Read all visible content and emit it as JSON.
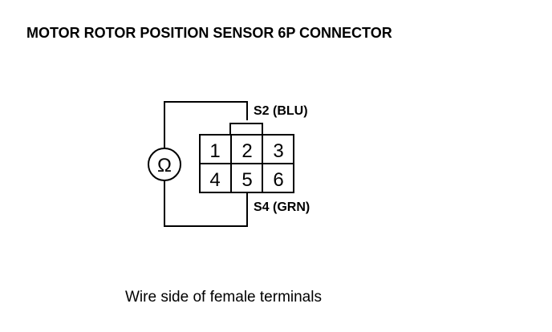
{
  "title": "MOTOR ROTOR POSITION SENSOR 6P CONNECTOR",
  "connector": {
    "terminals_top": [
      "1",
      "2",
      "3"
    ],
    "terminals_bottom": [
      "4",
      "5",
      "6"
    ]
  },
  "probes": {
    "upper_label": "S2 (BLU)",
    "lower_label": "S4 (GRN)"
  },
  "meter": {
    "symbol": "Ω",
    "icon": "ohmmeter-icon"
  },
  "caption": "Wire side of female terminals"
}
